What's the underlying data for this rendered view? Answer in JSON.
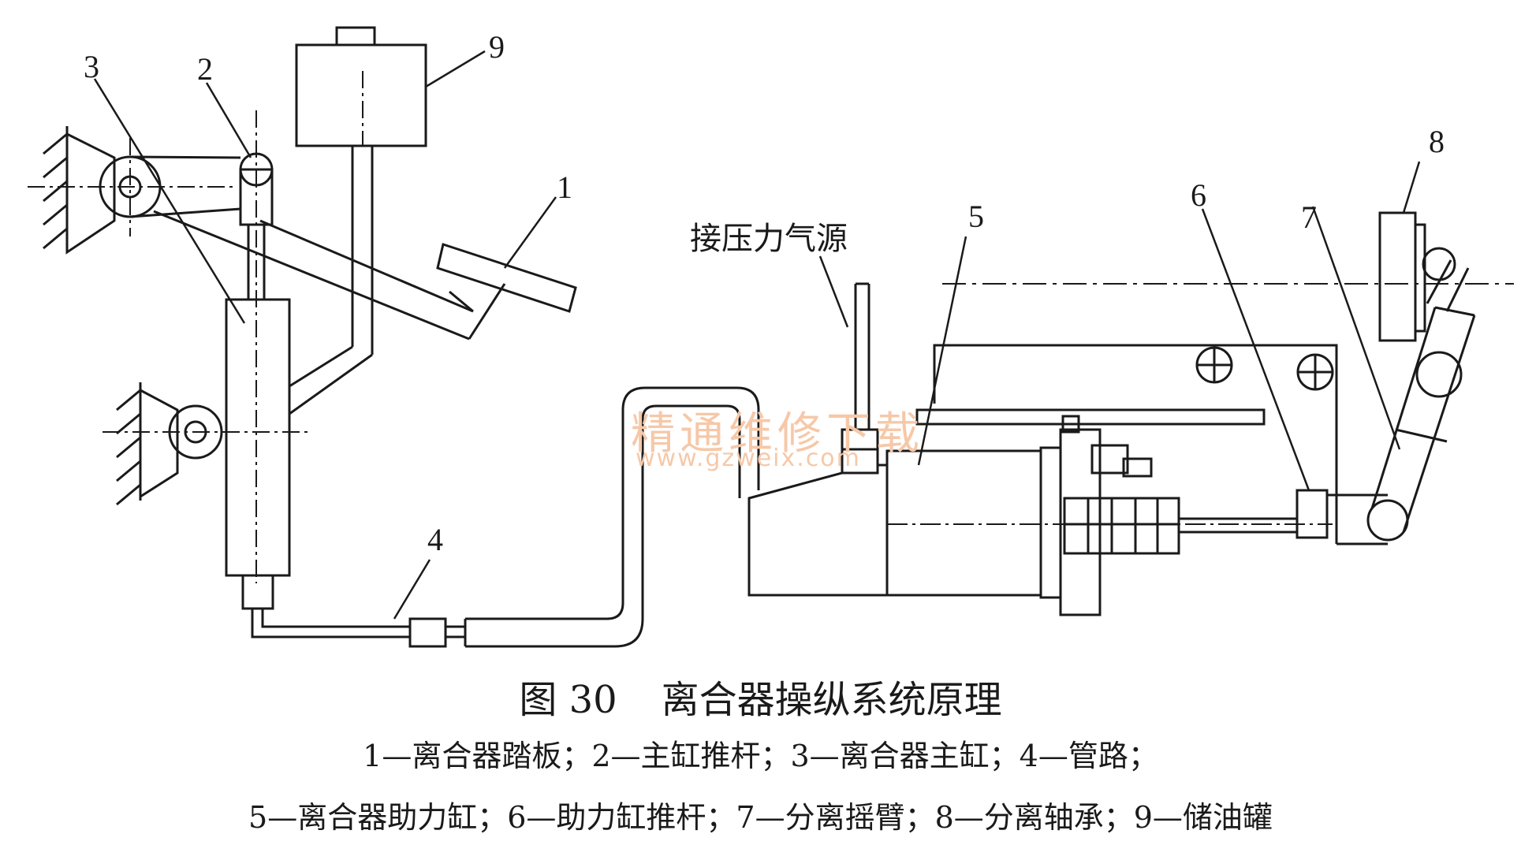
{
  "callouts": {
    "n1": "1",
    "n2": "2",
    "n3": "3",
    "n4": "4",
    "n5": "5",
    "n6": "6",
    "n7": "7",
    "n8": "8",
    "n9": "9"
  },
  "air_source_label": "接压力气源",
  "watermark": {
    "text": "精通维修下载",
    "url": "www.gzweix.com"
  },
  "caption": {
    "figure_no": "图 30",
    "title": "离合器操纵系统原理",
    "legend_line1": "1—离合器踏板；2—主缸推杆；3—离合器主缸；4—管路；",
    "legend_line2": "5—离合器助力缸；6—助力缸推杆；7—分离摇臂；8—分离轴承；9—储油罐"
  },
  "colors": {
    "line": "#1a1a1a",
    "watermark": "#f6c8a8",
    "background": "#ffffff"
  }
}
